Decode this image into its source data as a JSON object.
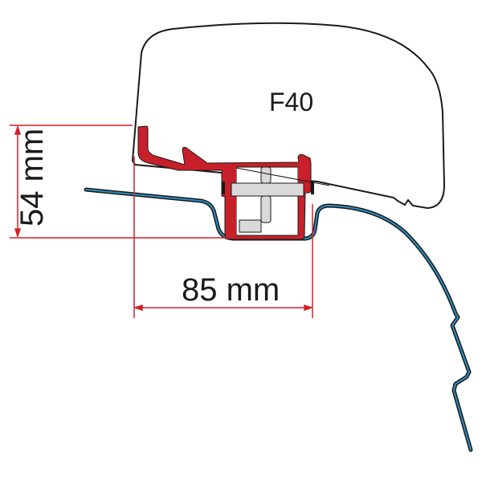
{
  "diagram": {
    "type": "technical-cross-section",
    "awning_model_label": "F40",
    "dimensions": {
      "height": {
        "label": "54 mm",
        "value": 54,
        "unit": "mm",
        "orientation": "vertical"
      },
      "width": {
        "label": "85 mm",
        "value": 85,
        "unit": "mm",
        "orientation": "horizontal"
      }
    },
    "components": [
      {
        "name": "awning-housing",
        "color": "#ffffff",
        "outline": "#1a1a1a"
      },
      {
        "name": "adapter-bracket",
        "color": "#c8202a",
        "outline": "#1a1a1a"
      },
      {
        "name": "clamp-insert",
        "color": "#d9d9d9",
        "outline": "#1a1a1a"
      },
      {
        "name": "vehicle-roof-panel",
        "color": "#2a8ec0",
        "outline": "#1a1a1a"
      }
    ],
    "colors": {
      "dimension_lines": "#d0202a",
      "bracket": "#c8202a",
      "roof": "#2a8ec0",
      "outline": "#1a1a1a",
      "insert": "#d9d9d9"
    }
  }
}
